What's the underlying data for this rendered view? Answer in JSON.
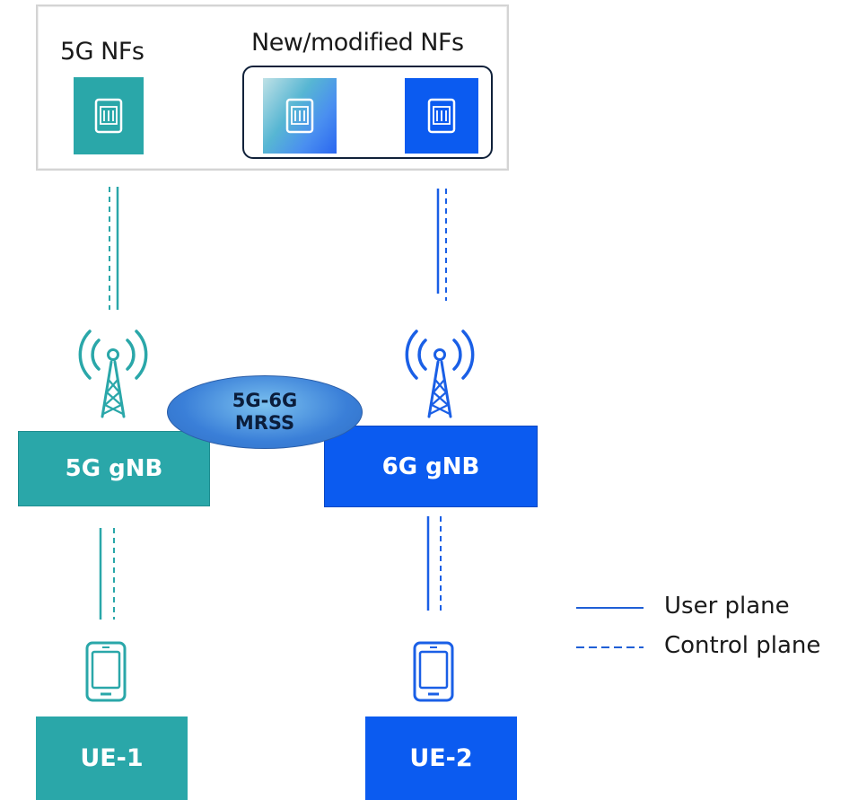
{
  "core": {
    "label_5g_nfs": "5G NFs",
    "label_new_nfs": "New/modified NFs",
    "nf_icon": "server-icon"
  },
  "ran": {
    "gnb_5g": "5G gNB",
    "gnb_6g": "6G gNB",
    "mrss_line1": "5G-6G",
    "mrss_line2": "MRSS",
    "tower_icon": "antenna-tower-icon"
  },
  "devices": {
    "ue1": "UE-1",
    "ue2": "UE-2",
    "phone_icon": "smartphone-icon"
  },
  "legend": {
    "user_plane": "User plane",
    "control_plane": "Control plane"
  },
  "colors": {
    "teal": "#2aa7a9",
    "blue": "#0b5bf0",
    "legend_line": "#1f5fd6",
    "group_border": "#10213a"
  }
}
